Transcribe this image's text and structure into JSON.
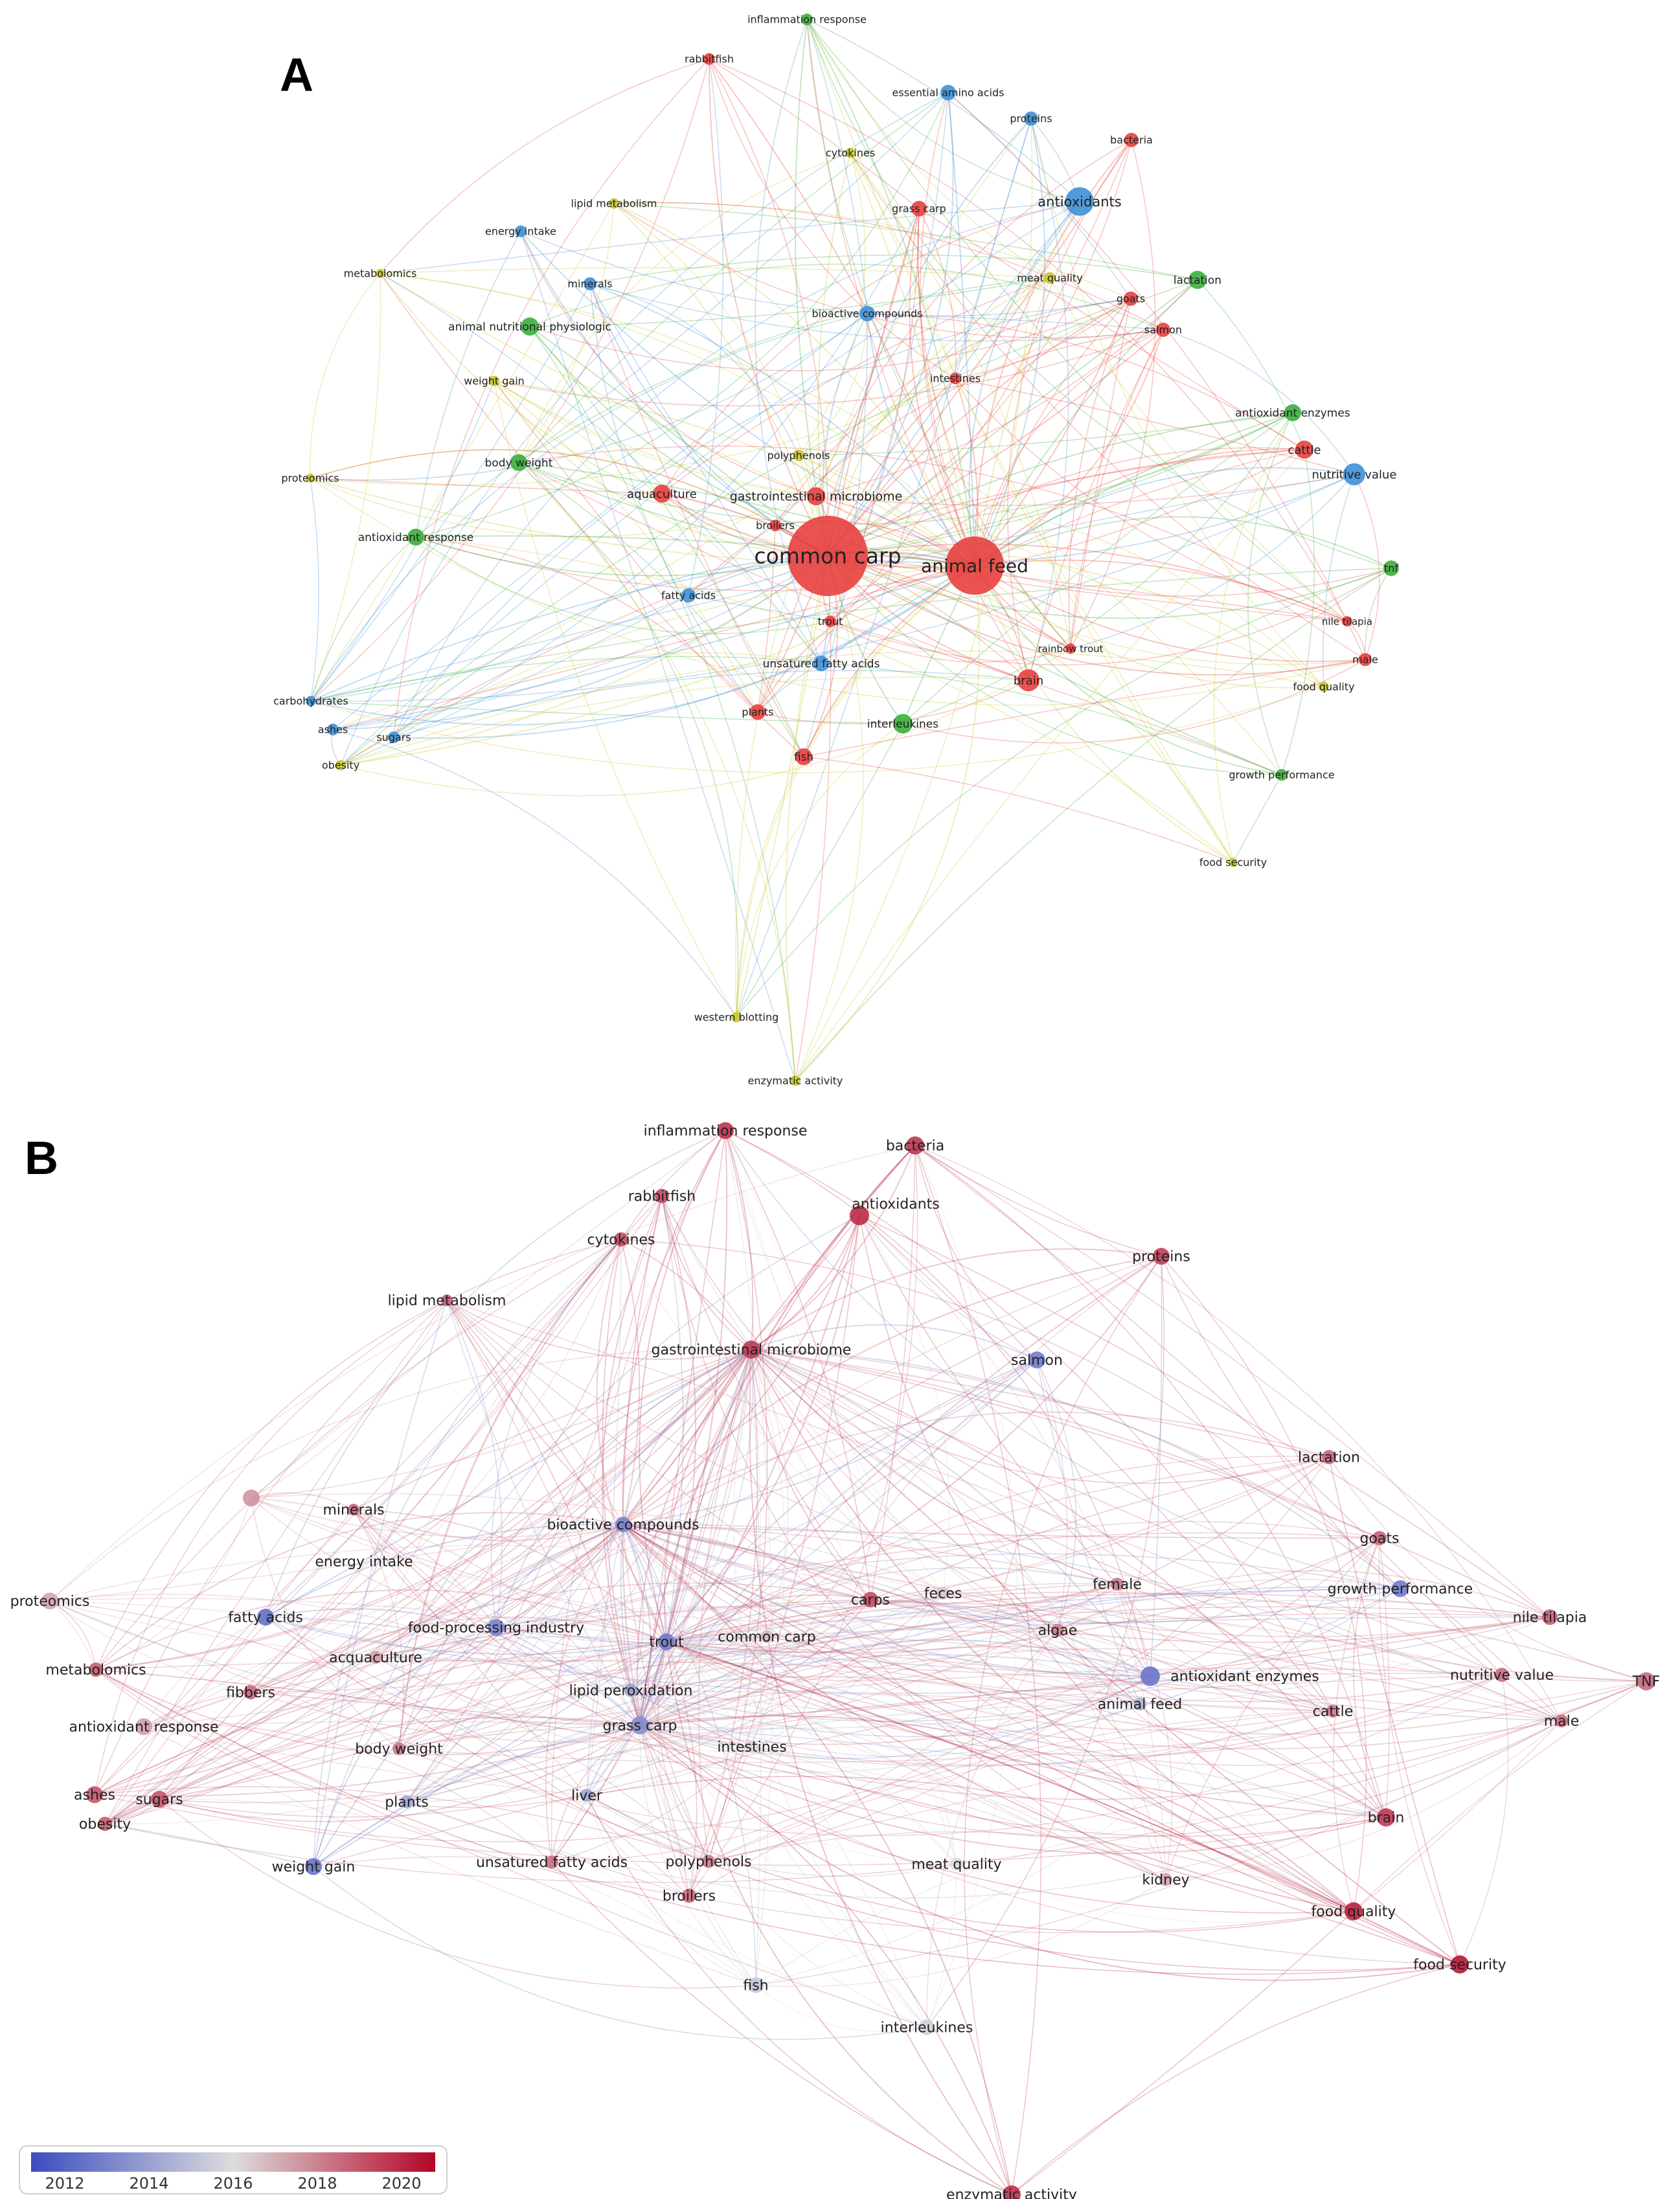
{
  "panels": [
    {
      "letter": "A",
      "nodes": [
        {
          "label": "inflammation response",
          "c": "green"
        },
        {
          "label": "rabbitfish",
          "c": "red"
        },
        {
          "label": "essential amino acids",
          "c": "blue"
        },
        {
          "label": "proteins",
          "c": "blue"
        },
        {
          "label": "bacteria",
          "c": "red"
        },
        {
          "label": "cytokines",
          "c": "yellow"
        },
        {
          "label": "lipid metabolism",
          "c": "yellow"
        },
        {
          "label": "grass carp",
          "c": "red"
        },
        {
          "label": "antioxidants",
          "c": "blue"
        },
        {
          "label": "energy intake",
          "c": "blue"
        },
        {
          "label": "metabolomics",
          "c": "yellow"
        },
        {
          "label": "minerals",
          "c": "blue"
        },
        {
          "label": "meat quality",
          "c": "yellow"
        },
        {
          "label": "lactation",
          "c": "green"
        },
        {
          "label": "goats",
          "c": "red"
        },
        {
          "label": "bioactive compounds",
          "c": "blue"
        },
        {
          "label": "salmon",
          "c": "red"
        },
        {
          "label": "animal nutritional physiologic",
          "c": "green"
        },
        {
          "label": "weight gain",
          "c": "yellow"
        },
        {
          "label": "intestines",
          "c": "red"
        },
        {
          "label": "antioxidant enzymes",
          "c": "green"
        },
        {
          "label": "body weight",
          "c": "green"
        },
        {
          "label": "polyphenols",
          "c": "yellow"
        },
        {
          "label": "cattle",
          "c": "red"
        },
        {
          "label": "proteomics",
          "c": "yellow"
        },
        {
          "label": "nutritive value",
          "c": "blue"
        },
        {
          "label": "aquaculture",
          "c": "red"
        },
        {
          "label": "gastrointestinal microbiome",
          "c": "red"
        },
        {
          "label": "broilers",
          "c": "red"
        },
        {
          "label": "antioxidant response",
          "c": "green"
        },
        {
          "label": "common carp",
          "c": "red"
        },
        {
          "label": "animal feed",
          "c": "red"
        },
        {
          "label": "tnf",
          "c": "green"
        },
        {
          "label": "fatty acids",
          "c": "blue"
        },
        {
          "label": "trout",
          "c": "red"
        },
        {
          "label": "nile tilapia",
          "c": "red"
        },
        {
          "label": "rainbow trout",
          "c": "red"
        },
        {
          "label": "male",
          "c": "red"
        },
        {
          "label": "unsatured fatty acids",
          "c": "blue"
        },
        {
          "label": "brain",
          "c": "red"
        },
        {
          "label": "food quality",
          "c": "yellow"
        },
        {
          "label": "carbohydrates",
          "c": "blue"
        },
        {
          "label": "plants",
          "c": "red"
        },
        {
          "label": "interleukines",
          "c": "green"
        },
        {
          "label": "ashes",
          "c": "blue"
        },
        {
          "label": "sugars",
          "c": "blue"
        },
        {
          "label": "fish",
          "c": "red"
        },
        {
          "label": "obesity",
          "c": "yellow"
        },
        {
          "label": "growth performance",
          "c": "green"
        },
        {
          "label": "food security",
          "c": "yellow"
        },
        {
          "label": "western blotting",
          "c": "yellow"
        },
        {
          "label": "enzymatic activity",
          "c": "yellow"
        }
      ]
    },
    {
      "letter": "B",
      "nodes": [
        {
          "label": "inflammation response",
          "year": 2019.8
        },
        {
          "label": "bacteria",
          "year": 2019.7
        },
        {
          "label": "rabbitfish",
          "year": 2019.3
        },
        {
          "label": "antioxidants",
          "year": 2019.9
        },
        {
          "label": "cytokines",
          "year": 2019.2
        },
        {
          "label": "proteins",
          "year": 2019.5
        },
        {
          "label": "lipid metabolism",
          "year": 2018.8
        },
        {
          "label": "gastrointestinal microbiome",
          "year": 2019.6
        },
        {
          "label": "salmon",
          "year": 2012.8
        },
        {
          "label": "lactation",
          "year": 2018.6
        },
        {
          "label": "minerals",
          "year": 2018.6
        },
        {
          "label": "bioactive compounds",
          "year": 2013.0
        },
        {
          "label": "goats",
          "year": 2018.7
        },
        {
          "label": "energy intake",
          "year": 2017.6
        },
        {
          "label": "proteomics",
          "year": 2017.2
        },
        {
          "label": "female",
          "year": 2018.2
        },
        {
          "label": "feces",
          "year": 2016.5
        },
        {
          "label": "carps",
          "year": 2019.2
        },
        {
          "label": "growth performance",
          "year": 2012.8
        },
        {
          "label": "fatty acids",
          "year": 2012.4
        },
        {
          "label": "food-processing industry",
          "year": 2013.0
        },
        {
          "label": "trout",
          "year": 2012.8
        },
        {
          "label": "common carp",
          "year": 2016.8
        },
        {
          "label": "algae",
          "year": 2018.0
        },
        {
          "label": "nile tilapia",
          "year": 2018.8
        },
        {
          "label": "TNF",
          "year": 2018.5
        },
        {
          "label": "acquaculture",
          "year": 2017.4
        },
        {
          "label": "metabolomics",
          "year": 2018.8
        },
        {
          "label": "fibbers",
          "year": 2018.6
        },
        {
          "label": "lipid peroxidation",
          "year": 2014.0
        },
        {
          "label": "antioxidant enzymes",
          "year": 2012.6
        },
        {
          "label": "nutritive value",
          "year": 2018.4
        },
        {
          "label": "animal feed",
          "year": 2014.6
        },
        {
          "label": "cattle",
          "year": 2018.2
        },
        {
          "label": "antioxidant response",
          "year": 2017.4
        },
        {
          "label": "grass carp",
          "year": 2013.4
        },
        {
          "label": "male",
          "year": 2018.4
        },
        {
          "label": "body weight",
          "year": 2018.2
        },
        {
          "label": "intestines",
          "year": 2016.2
        },
        {
          "label": "ashes",
          "year": 2019.0
        },
        {
          "label": "sugars",
          "year": 2019.0
        },
        {
          "label": "obesity",
          "year": 2018.8
        },
        {
          "label": "plants",
          "year": 2014.2
        },
        {
          "label": "liver",
          "year": 2014.2
        },
        {
          "label": "brain",
          "year": 2019.6
        },
        {
          "label": "weight gain",
          "year": 2012.6
        },
        {
          "label": "unsatured fatty acids",
          "year": 2018.4
        },
        {
          "label": "polyphenols",
          "year": 2018.2
        },
        {
          "label": "meat quality",
          "year": 2016.0
        },
        {
          "label": "kidney",
          "year": 2017.2
        },
        {
          "label": "broilers",
          "year": 2018.6
        },
        {
          "label": "food quality",
          "year": 2020.2
        },
        {
          "label": "fish",
          "year": 2015.2
        },
        {
          "label": "interleukines",
          "year": 2015.6
        },
        {
          "label": "food security",
          "year": 2020.4
        },
        {
          "label": "enzymatic activity",
          "year": 2019.8
        }
      ]
    }
  ],
  "colorbar": {
    "ticks": [
      "2012",
      "2014",
      "2016",
      "2018",
      "2020"
    ],
    "min": 2011.2,
    "max": 2020.8,
    "low_color": "#3b4cc0",
    "mid_color": "#dddddd",
    "high_color": "#b40426"
  },
  "cluster_colors": {
    "red": "#e8403f",
    "green": "#3bae3b",
    "blue": "#3f90d6",
    "yellow": "#c9c630"
  }
}
